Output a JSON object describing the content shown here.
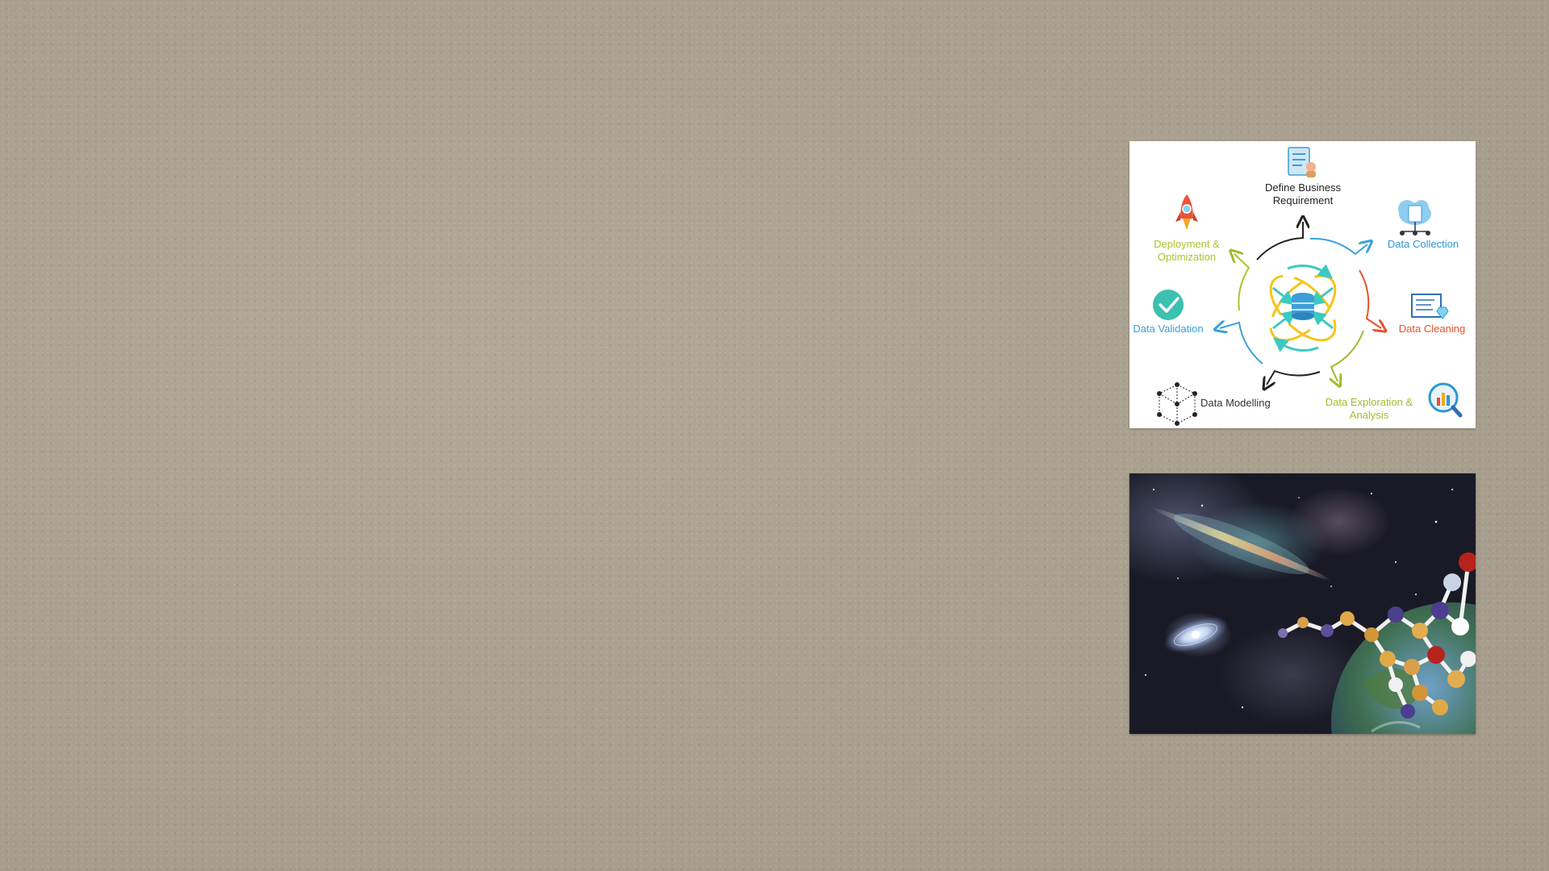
{
  "slide": {
    "background_color": "#aaa190"
  },
  "diagram": {
    "labels": {
      "define_line1": "Define Business",
      "define_line2": "Requirement",
      "collection": "Data Collection",
      "cleaning": "Data Cleaning",
      "exploration_line1": "Data Exploration &",
      "exploration_line2": "Analysis",
      "modelling": "Data Modelling",
      "validation": "Data Validation",
      "deployment_line1": "Deployment &",
      "deployment_line2": "Optimization"
    },
    "icons": [
      "document-checklist-icon",
      "cloud-server-icon",
      "diamond-report-icon",
      "magnifier-chart-icon",
      "network-cube-icon",
      "checkmark-circle-icon",
      "rocket-icon",
      "database-icon"
    ],
    "colors": {
      "define": "#222222",
      "collection": "#2f97d3",
      "cleaning": "#e2532f",
      "exploration": "#9dbd2c",
      "modelling": "#333333",
      "validation": "#3b9fd8",
      "deployment": "#a9c42c",
      "center_yellow": "#f5c518",
      "center_teal": "#3cc9c0"
    }
  },
  "space_image": {
    "icons": [
      "galaxy-icon",
      "earth-icon",
      "molecule-icon"
    ]
  }
}
